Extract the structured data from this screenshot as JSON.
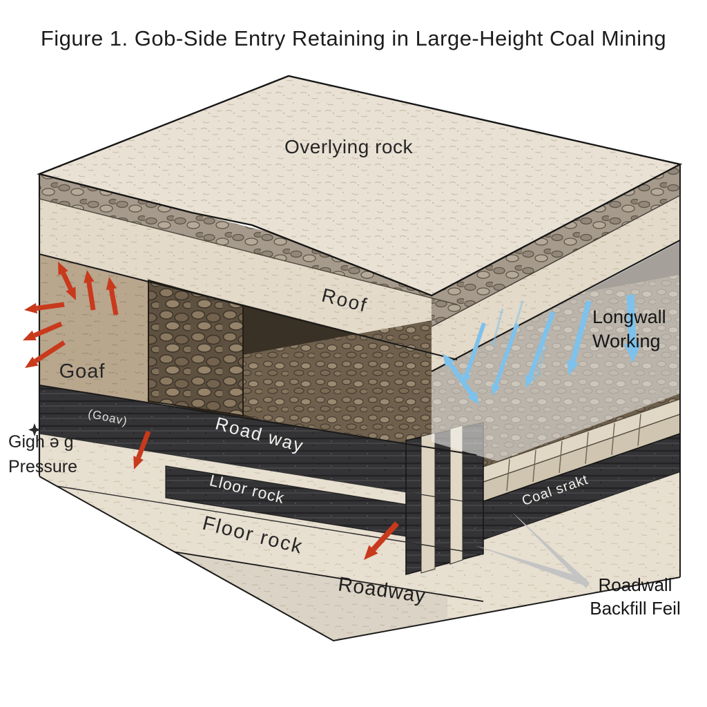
{
  "title": "Figure 1. Gob-Side Entry Retaining in Large-Height Coal Mining",
  "labels": {
    "overlying_rock": "Overlying rock",
    "roof": "Roof",
    "longwall_line1": "Longwall",
    "longwall_line2": "Working",
    "goaf": "Goaf",
    "goaf_band": "(Goav)",
    "pressure_line1": "Gigh ə g",
    "pressure_line2": "Pressure",
    "roadway_band": "Road way",
    "floor_band": "Lloor rock",
    "floor_rock": "Floor rock",
    "roadway_front": "Roadway",
    "coal_seam": "Coal srakt",
    "backfill_line1": "Roadwall",
    "backfill_line2": "Backfill Feil"
  },
  "colors": {
    "red_arrow": "#c9391c",
    "blue_arrow": "#7dc2ec",
    "leader_gray": "#c4c4c4",
    "title_text": "#1c1c1c",
    "band_text_light": "#f2f0ec",
    "band_text_dark": "#262626"
  }
}
